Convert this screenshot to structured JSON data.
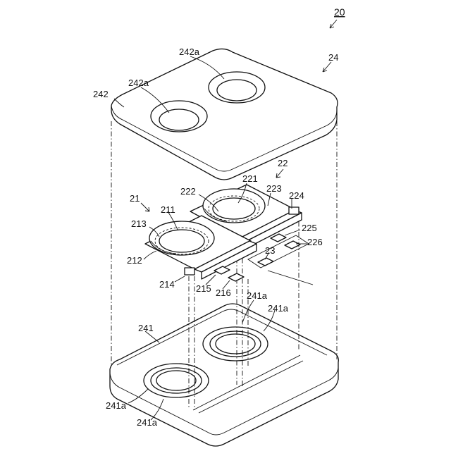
{
  "labels": {
    "assembly": "20",
    "housing": "24",
    "cover": "242",
    "cover_hole_left": "242a",
    "cover_hole_right": "242a",
    "module_right": "22",
    "module_left": "21",
    "r_lens": "221",
    "r_frame": "222",
    "r_holder": "223",
    "r_support": "224",
    "r_pad_a": "225",
    "r_pad_b": "226",
    "circuit": "23",
    "l_frame": "213",
    "l_lens": "211",
    "l_holder": "212",
    "l_support": "214",
    "l_pad_a": "215",
    "l_pad_b": "216",
    "base": "241",
    "base_hole_mid": "241a",
    "base_hole_right": "241a",
    "base_hole_left_a": "241a",
    "base_hole_left_b": "241a"
  }
}
